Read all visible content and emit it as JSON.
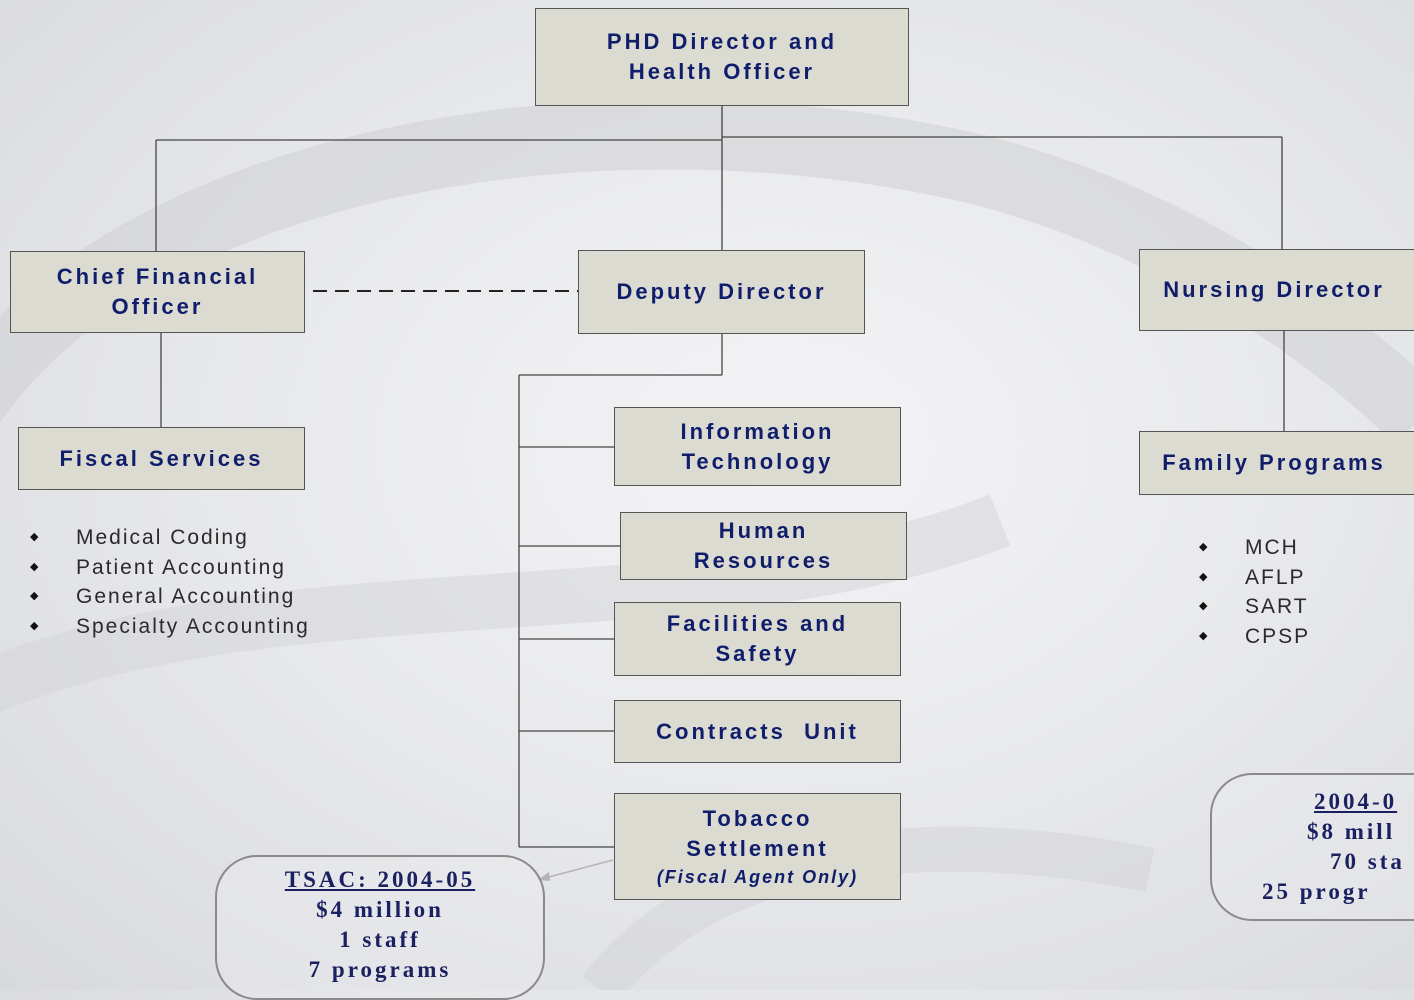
{
  "top": {
    "line1": "PHD Director and",
    "line2": "Health Officer"
  },
  "cfo": {
    "line1": "Chief Financial",
    "line2": "Officer"
  },
  "deputy": {
    "label": "Deputy Director"
  },
  "nursing": {
    "label": "Nursing Director"
  },
  "fiscal": {
    "label": "Fiscal Services",
    "items": [
      "Medical Coding",
      "Patient Accounting",
      "General Accounting",
      "Specialty Accounting"
    ]
  },
  "family": {
    "label": "Family Programs",
    "items": [
      "MCH",
      "AFLP",
      "SART",
      "CPSP"
    ]
  },
  "units": {
    "it": {
      "line1": "Information",
      "line2": "Technology"
    },
    "hr": {
      "line1": "Human",
      "line2": "Resources"
    },
    "facilities": {
      "line1": "Facilities and",
      "line2": "Safety"
    },
    "contracts": {
      "label": "Contracts  Unit"
    },
    "tobacco": {
      "line1": "Tobacco",
      "line2": "Settlement",
      "line3": "(Fiscal Agent Only)"
    }
  },
  "tsac": {
    "heading": "TSAC: 2004-05",
    "budget": "$4 million",
    "staff": "1 staff",
    "programs": "7 programs"
  },
  "family_summary": {
    "heading": "2004-0",
    "budget": "$8 mill",
    "staff": "70 sta",
    "programs": "25 progr"
  },
  "colors": {
    "box_fill": "#dcdbd2",
    "box_text": "#0f1d6b",
    "callout_text": "#1b2060"
  }
}
